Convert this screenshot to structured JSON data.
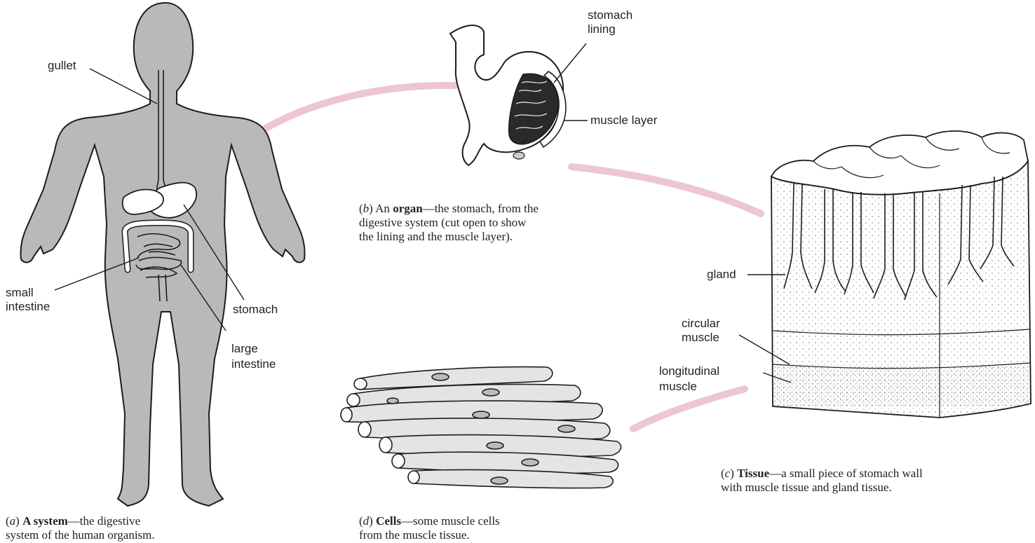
{
  "labels": {
    "gullet": "gullet",
    "small_intestine_1": "small",
    "small_intestine_2": "intestine",
    "stomach": "stomach",
    "large_intestine_1": "large",
    "large_intestine_2": "intestine",
    "stomach_lining_1": "stomach",
    "stomach_lining_2": "lining",
    "muscle_layer": "muscle layer",
    "gland": "gland",
    "circular_muscle_1": "circular",
    "circular_muscle_2": "muscle",
    "longitudinal_muscle_1": "longitudinal",
    "longitudinal_muscle_2": "muscle"
  },
  "captions": {
    "a": {
      "letter": "a",
      "term": "A system",
      "rest_1": "—the digestive",
      "line_2": "system of the human organism."
    },
    "b": {
      "letter": "b",
      "prefix": " An ",
      "term": "organ",
      "rest_1": "—the stomach, from the",
      "line_2": "digestive system (cut open to show",
      "line_3": "the lining and the muscle layer)."
    },
    "c": {
      "letter": "c",
      "term": "Tissue",
      "rest_1": "—a small piece of stomach wall",
      "line_2": "with muscle tissue and gland tissue."
    },
    "d": {
      "letter": "d",
      "term": "Cells",
      "rest_1": "—some muscle cells",
      "line_2": "from the muscle tissue."
    }
  },
  "colors": {
    "body_fill": "#b9b9b9",
    "outline": "#1c1c1c",
    "arrow": "#e7b3bf",
    "tissue_fill": "#f2f2f2"
  }
}
